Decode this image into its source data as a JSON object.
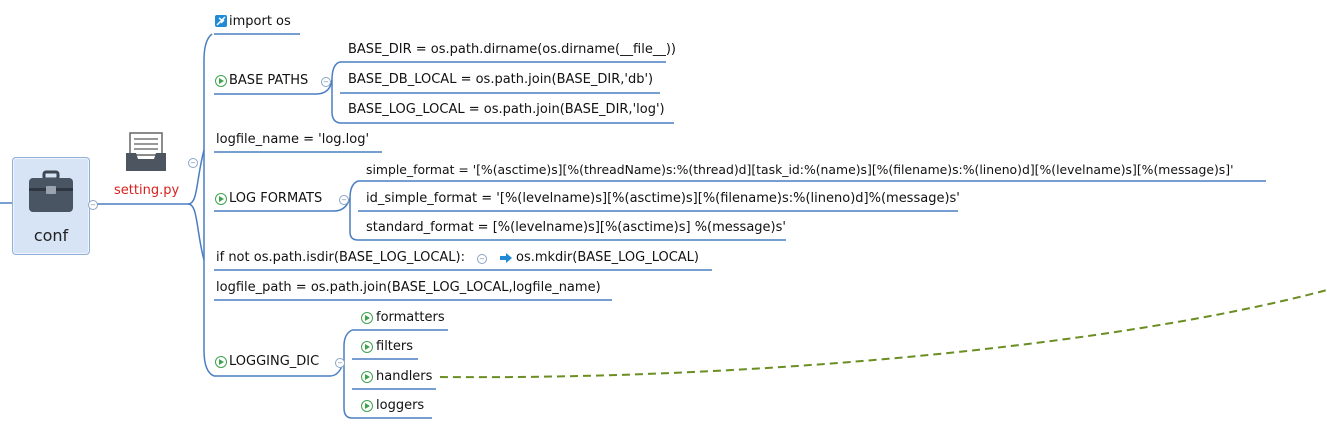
{
  "root": {
    "label": "conf",
    "icon": "toolbox-icon"
  },
  "file": {
    "label": "setting.py",
    "icon": "tray-icon",
    "label_color": "#d9201e"
  },
  "branches": {
    "import_os": {
      "label": "import os",
      "icon": "airplane-icon"
    },
    "base_paths": {
      "label": "BASE PATHS",
      "items": [
        "BASE_DIR = os.path.dirname(os.dirname(__file__))",
        "BASE_DB_LOCAL = os.path.join(BASE_DIR,'db')",
        "BASE_LOG_LOCAL = os.path.join(BASE_DIR,'log')"
      ]
    },
    "logfile_name": {
      "label": "logfile_name = 'log.log'"
    },
    "log_formats": {
      "label": "LOG FORMATS",
      "items": [
        "simple_format = '[%(asctime)s][%(threadName)s:%(thread)d][task_id:%(name)s][%(filename)s:%(lineno)d][%(levelname)s][%(message)s]'",
        "id_simple_format = '[%(levelname)s][%(asctime)s][%(filename)s:%(lineno)d]%(message)s'",
        "standard_format = [%(levelname)s][%(asctime)s] %(message)s'"
      ]
    },
    "if_not": {
      "label": "if not os.path.isdir(BASE_LOG_LOCAL):",
      "child": "os.mkdir(BASE_LOG_LOCAL)",
      "child_icon": "arrow-right-icon"
    },
    "logfile_path": {
      "label": "logfile_path = os.path.join(BASE_LOG_LOCAL,logfile_name)"
    },
    "logging_dic": {
      "label": "LOGGING_DIC",
      "items": [
        "formatters",
        "filters",
        "handlers",
        "loggers"
      ]
    }
  },
  "colors": {
    "line": "#4a7ec2",
    "link": "#6b8e23",
    "collapse": "#8aa4c6",
    "expand": "#3fa34d"
  }
}
